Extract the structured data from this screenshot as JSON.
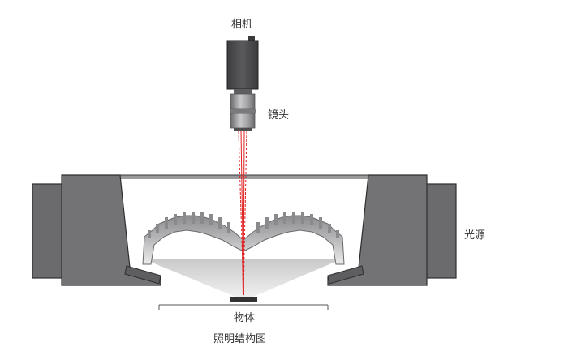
{
  "labels": {
    "camera": "相机",
    "lens": "镜头",
    "light_source": "光源",
    "object": "物体"
  },
  "caption": "照明结构图",
  "colors": {
    "housing": "#6b6b6d",
    "housing_edge": "#2e2e30",
    "camera_body": "#4a4a4c",
    "lens_metal": "#8e8e90",
    "beam": "#e02020",
    "reflector_dark": "#8a8a8c",
    "light_cone": "#d4d4d4",
    "object": "#333333"
  }
}
